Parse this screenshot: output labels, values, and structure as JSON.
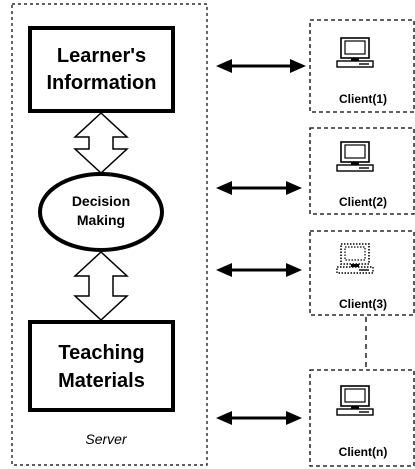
{
  "diagram": {
    "server": {
      "label": "Server",
      "learner_box": {
        "line1": "Learner's",
        "line2": "Information"
      },
      "decision": {
        "line1": "Decision",
        "line2": "Making"
      },
      "teaching_box": {
        "line1": "Teaching",
        "line2": "Materials"
      }
    },
    "clients": [
      {
        "label": "Client(1)"
      },
      {
        "label": "Client(2)"
      },
      {
        "label": "Client(3)"
      },
      {
        "label": "Client(n)"
      }
    ]
  }
}
